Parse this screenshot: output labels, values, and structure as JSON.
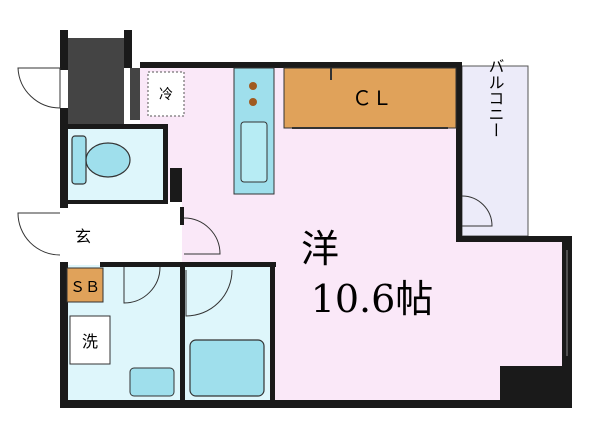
{
  "floorplan": {
    "room_label": "洋",
    "room_size": "10.6帖",
    "closet_label": "ＣＬ",
    "balcony_label": "バルコニー",
    "fridge_label": "冷",
    "entrance_label": "玄",
    "shoebox_label": "ＳＢ",
    "washer_label": "洗"
  },
  "colors": {
    "room": "#fae8f8",
    "wet_area": "#def6fb",
    "fixture": "#9fdfec",
    "closet": "#e0a25a",
    "balcony": "#ecebf9",
    "shoebox": "#e0a25a",
    "wall": "#1a1a1a",
    "pillar": "#444444"
  }
}
